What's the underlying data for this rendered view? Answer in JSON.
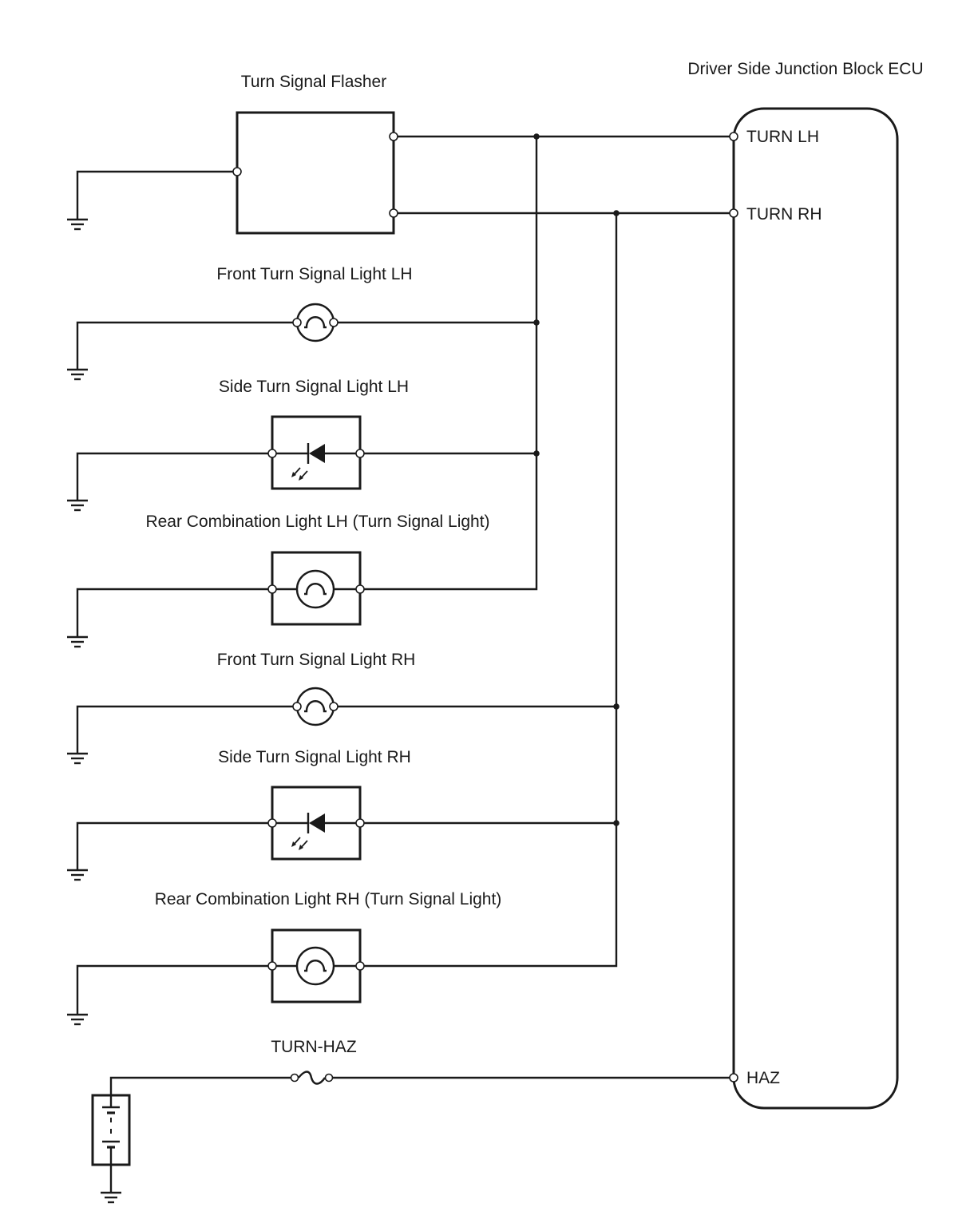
{
  "components": {
    "flasher": "Turn Signal Flasher",
    "ecu": "Driver Side Junction Block ECU",
    "front_lh": "Front Turn Signal Light LH",
    "side_lh": "Side Turn Signal Light LH",
    "rear_lh": "Rear Combination Light LH (Turn Signal Light)",
    "front_rh": "Front Turn Signal Light RH",
    "side_rh": "Side Turn Signal Light RH",
    "rear_rh": "Rear Combination Light RH (Turn Signal Light)",
    "fuse": "TURN-HAZ"
  },
  "terminals": {
    "turn_lh": "TURN LH",
    "turn_rh": "TURN RH",
    "haz": "HAZ"
  }
}
